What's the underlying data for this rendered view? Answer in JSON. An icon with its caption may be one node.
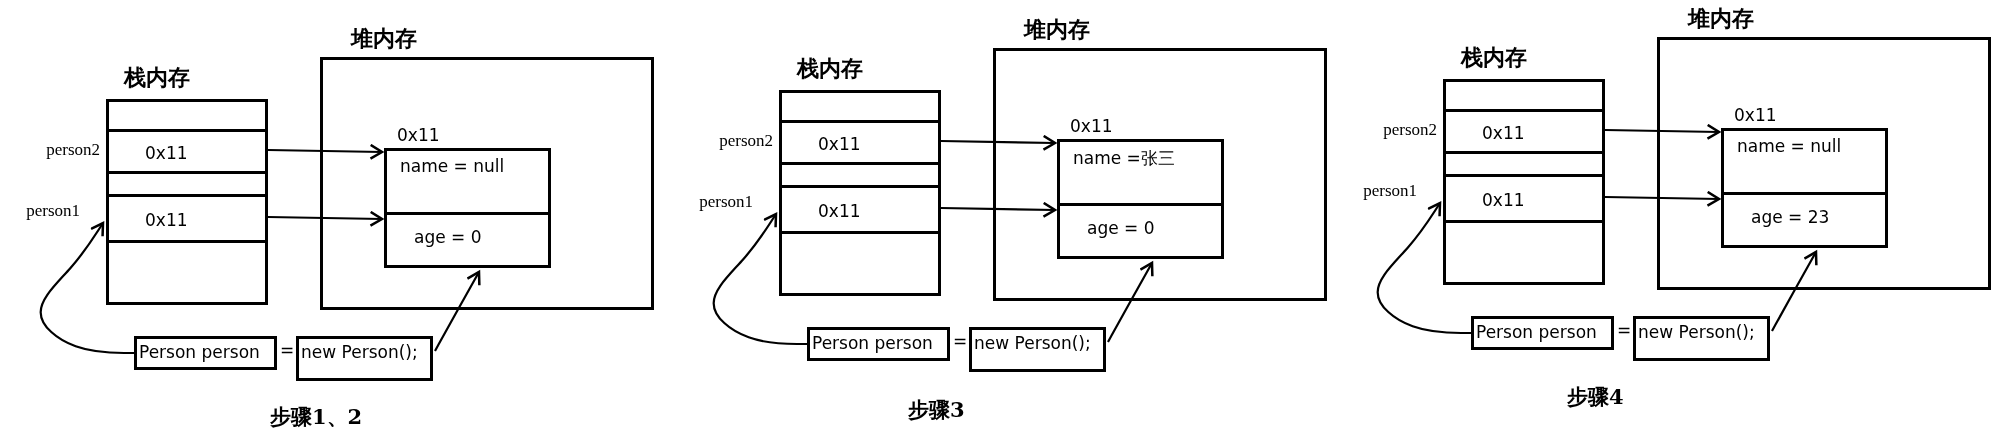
{
  "diagram": {
    "nodes": [
      {
        "text": [
          "栈内存"
        ]
      },
      {
        "text": [],
        "shape": "box",
        "in": 0
      },
      {
        "text": [
          "0x11"
        ],
        "beside": [
          "person2"
        ],
        "in": 0
      },
      {
        "text": [],
        "shape": "box",
        "in": 0
      },
      {
        "text": [
          "0x11"
        ],
        "beside": [
          "person1"
        ],
        "in": 0
      },
      {
        "text": [],
        "shape": "box",
        "in": 0
      },
      {
        "text": [
          "堆内存"
        ]
      },
      {
        "text": [
          "0x11"
        ],
        "in": 6
      },
      {
        "text": [
          "name = null"
        ],
        "in": 7
      },
      {
        "text": [
          "age = 0"
        ],
        "in": 7
      },
      {
        "text": [
          "Person person"
        ]
      },
      {
        "text": [
          "new Person();"
        ]
      },
      {
        "text": [
          "栈内存"
        ]
      },
      {
        "text": [],
        "shape": "box",
        "in": 12
      },
      {
        "text": [
          "0x11"
        ],
        "beside": [
          "person2"
        ],
        "in": 12
      },
      {
        "text": [],
        "shape": "box",
        "in": 12
      },
      {
        "text": [
          "0x11"
        ],
        "beside": [
          "person1"
        ],
        "in": 12
      },
      {
        "text": [],
        "shape": "box",
        "in": 12
      },
      {
        "text": [
          "堆内存"
        ]
      },
      {
        "text": [
          "0x11"
        ],
        "in": 18
      },
      {
        "text": [
          "name =张三"
        ],
        "in": 19
      },
      {
        "text": [
          "age = 0"
        ],
        "in": 19
      },
      {
        "text": [
          "Person person"
        ]
      },
      {
        "text": [
          "new Person();"
        ]
      },
      {
        "text": [
          "栈内存"
        ]
      },
      {
        "text": [],
        "shape": "box",
        "in": 24
      },
      {
        "text": [
          "0x11"
        ],
        "beside": [
          "person2"
        ],
        "in": 24
      },
      {
        "text": [],
        "shape": "box",
        "in": 24
      },
      {
        "text": [
          "0x11"
        ],
        "beside": [
          "person1"
        ],
        "in": 24
      },
      {
        "text": [],
        "shape": "box",
        "in": 24
      },
      {
        "text": [
          "堆内存"
        ]
      },
      {
        "text": [
          "0x11"
        ],
        "in": 30
      },
      {
        "text": [
          "name = null"
        ],
        "in": 31
      },
      {
        "text": [
          "age = 23"
        ],
        "in": 31
      },
      {
        "text": [
          "Person person"
        ]
      },
      {
        "text": [
          "new Person();"
        ]
      }
    ],
    "edges": [
      {
        "from": 2,
        "to": 7,
        "arrow": "to"
      },
      {
        "from": 4,
        "to": 7,
        "arrow": "to"
      },
      {
        "from": 10,
        "to": 4,
        "arrow": "to"
      },
      {
        "from": 11,
        "to": 7,
        "arrow": "to"
      },
      {
        "from": 14,
        "to": 19,
        "arrow": "to"
      },
      {
        "from": 16,
        "to": 19,
        "arrow": "to"
      },
      {
        "from": 22,
        "to": 16,
        "arrow": "to"
      },
      {
        "from": 23,
        "to": 19,
        "arrow": "to"
      },
      {
        "from": 26,
        "to": 31,
        "arrow": "to"
      },
      {
        "from": 28,
        "to": 31,
        "arrow": "to"
      },
      {
        "from": 34,
        "to": 28,
        "arrow": "to"
      },
      {
        "from": 35,
        "to": 31,
        "arrow": "to"
      }
    ],
    "labels": [
      "=",
      "步骤1、2",
      "=",
      "步骤3",
      "=",
      "步骤4"
    ]
  }
}
